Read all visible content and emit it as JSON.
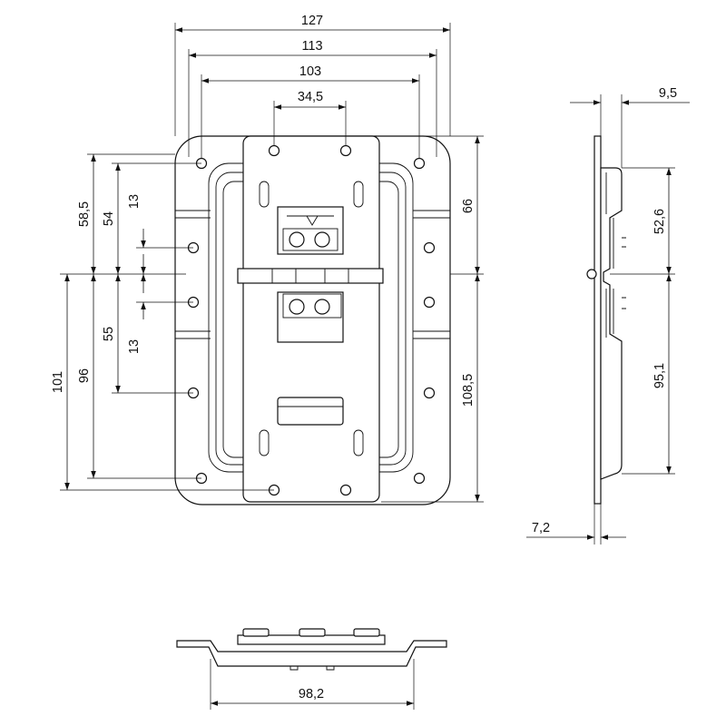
{
  "drawing": {
    "front_view": {
      "dim_overall_width": "127",
      "dim_hole_spacing_outer": "113",
      "dim_hole_spacing_inner": "103",
      "dim_top_holes": "34,5",
      "dim_upper_58": "58,5",
      "dim_upper_54": "54",
      "dim_upper_13": "13",
      "dim_lower_101": "101",
      "dim_lower_96": "96",
      "dim_lower_55": "55",
      "dim_lower_13": "13",
      "dim_upper_66": "66",
      "dim_lower_108": "108,5"
    },
    "side_view": {
      "dim_depth_top": "9,5",
      "dim_upper_52": "52,6",
      "dim_lower_95": "95,1",
      "dim_plate": "7,2"
    },
    "bottom_view": {
      "dim_dish_width": "98,2"
    }
  }
}
